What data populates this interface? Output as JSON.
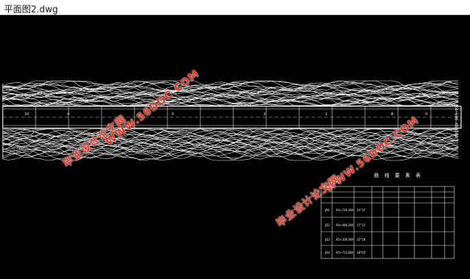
{
  "window": {
    "title": "平面图2.dwg"
  },
  "drawing": {
    "side_label": "K4+600—K6+200",
    "station_numbers": [
      "10",
      "4",
      "3",
      "2",
      "1",
      "8",
      "0"
    ]
  },
  "watermarks": {
    "cn_text": "毕业设计论文网",
    "url_text": "WWW.56DOC.COM"
  },
  "table": {
    "title": "曲 线 要 素 表",
    "rows": [
      {
        "no": "JD1",
        "station": "K4+726.300",
        "angle": "24°37'"
      },
      {
        "no": "JD2",
        "station": "K4+946.200",
        "angle": "17°12'"
      },
      {
        "no": "JD3",
        "station": "K5+306.400",
        "angle": "32°18'"
      },
      {
        "no": "JD4",
        "station": "K5+752.800",
        "angle": "28°05'"
      }
    ]
  },
  "colors": {
    "canvas": "#000000",
    "lines": "#ffffff",
    "watermark": "#d93a2b"
  }
}
